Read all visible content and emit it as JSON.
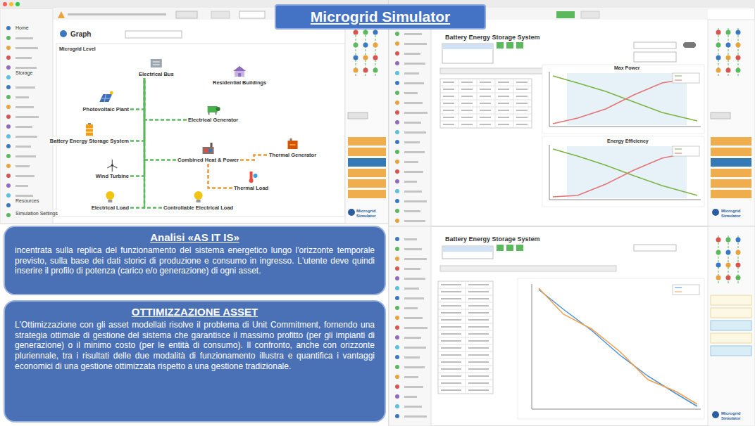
{
  "diagram": {
    "title": "Microgrid Simulator",
    "nodes": [
      {
        "text": [
          "Microgrid Simulator"
        ]
      },
      {
        "text": [
          "Analisi «AS IT IS»",
          "incentrata sulla replica del funzionamento del sistema energetico lungo l'orizzonte temporale previsto, sulla base dei dati storici di produzione e consumo in ingresso. L'utente deve quindi inserire il profilo di potenza (carico e/o generazione) di ogni asset."
        ]
      },
      {
        "text": [
          "OTTIMIZZAZIONE  ASSET",
          "L'Ottimizzazione con gli asset modellati risolve il problema di Unit Commitment, fornendo una strategia ottimale di gestione del sistema che garantisce il massimo profitto (per gli impianti di generazione) o il minimo costo (per le entità di consumo). Il confronto, anche con orizzonte pluriennale, tra i risultati delle due modalità di funzionamento illustra e quantifica i vantaggi economici di una gestione ottimizzata rispetto a una gestione tradizionale."
        ]
      },
      {
        "text": [
          "Electrical Bus"
        ]
      },
      {
        "text": [
          "Residential Buildings"
        ]
      },
      {
        "text": [
          "Photovoltaic Plant"
        ]
      },
      {
        "text": [
          "Electrical Generator"
        ]
      },
      {
        "text": [
          "Battery Energy Storage System"
        ]
      },
      {
        "text": [
          "Combined Heat & Power"
        ]
      },
      {
        "text": [
          "Thermal Generator"
        ]
      },
      {
        "text": [
          "Wind Turbine"
        ]
      },
      {
        "text": [
          "Thermal Load"
        ]
      },
      {
        "text": [
          "Electrical Load"
        ]
      },
      {
        "text": [
          "Controllable Electrical Load"
        ]
      }
    ],
    "edges": [
      {
        "from": 5,
        "to": 3,
        "arrow": "none"
      },
      {
        "from": 6,
        "to": 3,
        "arrow": "none"
      },
      {
        "from": 7,
        "to": 3,
        "arrow": "none"
      },
      {
        "from": 8,
        "to": 3,
        "arrow": "none"
      },
      {
        "from": 10,
        "to": 3,
        "arrow": "none"
      },
      {
        "from": 12,
        "to": 3,
        "arrow": "none"
      },
      {
        "from": 13,
        "to": 3,
        "arrow": "none"
      },
      {
        "from": 8,
        "to": 9,
        "arrow": "none"
      },
      {
        "from": 8,
        "to": 11,
        "arrow": "none"
      }
    ],
    "labels": [
      "Graph",
      "Microgrid Level",
      "Home",
      "Storage",
      "Resources",
      "Simulation Settings",
      "Battery Energy Storage System",
      "Max Power",
      "Energy Efficiency",
      "Battery Energy Storage System",
      "Microgrid Simulator",
      "Microgrid Simulator",
      "Microgrid Simulator"
    ]
  }
}
